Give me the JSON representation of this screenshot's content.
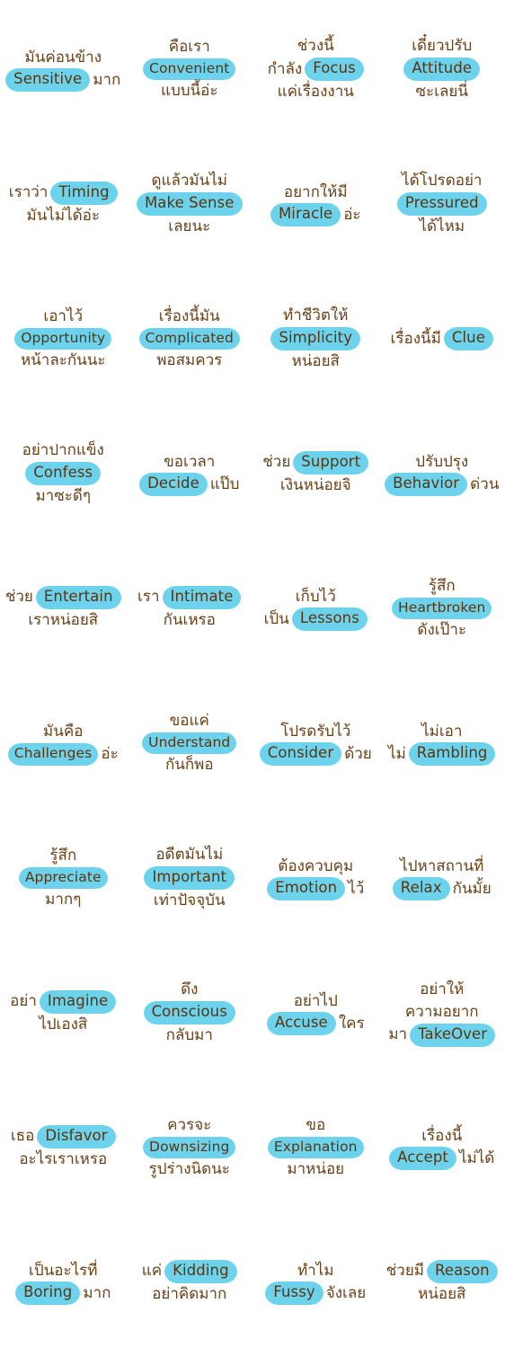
{
  "stickers": [
    {
      "pre": "มันค่อนข้าง",
      "word": "Sensitive",
      "inline": "มาก",
      "post": ""
    },
    {
      "pre": "คือเรา",
      "word": "Convenient",
      "inline": "",
      "post": "แบบนี้อ่ะ"
    },
    {
      "pre": "ช่วงนี้",
      "inline_pre": "กำลัง",
      "word": "Focus",
      "inline": "",
      "post": "แค่เรื่องงาน"
    },
    {
      "pre": "เดี๋ยวปรับ",
      "word": "Attitude",
      "inline": "",
      "post": "ซะเลยนี่"
    },
    {
      "pre": "",
      "inline_pre": "เราว่า",
      "word": "Timing",
      "inline": "",
      "post": "มันไม่ได้อ่ะ"
    },
    {
      "pre": "ดูแล้วมันไม่",
      "word": "Make Sense",
      "inline": "",
      "post": "เลยนะ"
    },
    {
      "pre": "อยากให้มี",
      "word": "Miracle",
      "inline": "อ่ะ",
      "post": ""
    },
    {
      "pre": "ได้โปรดอย่า",
      "word": "Pressured",
      "inline": "",
      "post": "ได้ไหม"
    },
    {
      "pre": "เอาไว้",
      "word": "Opportunity",
      "inline": "",
      "post": "หน้าละกันนะ"
    },
    {
      "pre": "เรื่องนี้มัน",
      "word": "Complicated",
      "inline": "",
      "post": "พอสมควร"
    },
    {
      "pre": "ทำชีวิตให้",
      "word": "Simplicity",
      "inline": "",
      "post": "หน่อยสิ"
    },
    {
      "pre": "",
      "inline_pre": "เรื่องนี้มี",
      "word": "Clue",
      "inline": "",
      "post": ""
    },
    {
      "pre": "อย่าปากแข็ง",
      "word": "Confess",
      "inline": "",
      "post": "มาซะดีๆ"
    },
    {
      "pre": "ขอเวลา",
      "word": "Decide",
      "inline": "แป๊บ",
      "post": ""
    },
    {
      "pre": "",
      "inline_pre": "ช่วย",
      "word": "Support",
      "inline": "",
      "post": "เงินหน่อยจิ"
    },
    {
      "pre": "ปรับปรุง",
      "word": "Behavior",
      "inline": "ด่วน",
      "post": ""
    },
    {
      "pre": "",
      "inline_pre": "ช่วย",
      "word": "Entertain",
      "inline": "",
      "post": "เราหน่อยสิ"
    },
    {
      "pre": "",
      "inline_pre": "เรา",
      "word": "Intimate",
      "inline": "",
      "post": "กันเหรอ"
    },
    {
      "pre": "เก็บไว้",
      "inline_pre": "เป็น",
      "word": "Lessons",
      "inline": "",
      "post": ""
    },
    {
      "pre": "รู้สึก",
      "word": "Heartbroken",
      "inline": "",
      "post": "ดังเป๊าะ"
    },
    {
      "pre": "มันคือ",
      "word": "Challenges",
      "inline": "อ่ะ",
      "post": ""
    },
    {
      "pre": "ขอแค่",
      "word": "Understand",
      "inline": "",
      "post": "กันก็พอ"
    },
    {
      "pre": "โปรดรับไว้",
      "word": "Consider",
      "inline": "ด้วย",
      "post": ""
    },
    {
      "pre": "ไม่เอา",
      "inline_pre": "ไม่",
      "word": "Rambling",
      "inline": "",
      "post": ""
    },
    {
      "pre": "รู้สึก",
      "word": "Appreciate",
      "inline": "",
      "post": "มากๆ"
    },
    {
      "pre": "อดีตมันไม่",
      "word": "Important",
      "inline": "",
      "post": "เท่าปัจจุบัน"
    },
    {
      "pre": "ต้องควบคุม",
      "word": "Emotion",
      "inline": "ไว้",
      "post": ""
    },
    {
      "pre": "ไปหาสถานที่",
      "word": "Relax",
      "inline": "กันมั้ย",
      "post": ""
    },
    {
      "pre": "",
      "inline_pre": "อย่า",
      "word": "Imagine",
      "inline": "",
      "post": "ไปเองสิ"
    },
    {
      "pre": "ดึง",
      "word": "Conscious",
      "inline": "",
      "post": "กลับมา"
    },
    {
      "pre": "อย่าไป",
      "word": "Accuse",
      "inline": "ใคร",
      "post": ""
    },
    {
      "pre": "อย่าให้",
      "pre2": "ความอยาก",
      "inline_pre": "มา",
      "word": "TakeOver",
      "inline": "",
      "post": ""
    },
    {
      "pre": "",
      "inline_pre": "เธอ",
      "word": "Disfavor",
      "inline": "",
      "post": "อะไรเราเหรอ"
    },
    {
      "pre": "ควรจะ",
      "word": "Downsizing",
      "inline": "",
      "post": "รูปร่างนิดนะ"
    },
    {
      "pre": "ขอ",
      "word": "Explanation",
      "inline": "",
      "post": "มาหน่อย"
    },
    {
      "pre": "เรื่องนี้",
      "word": "Accept",
      "inline": "ไม่ได้",
      "post": ""
    },
    {
      "pre": "เป็นอะไรที่",
      "word": "Boring",
      "inline": "มาก",
      "post": ""
    },
    {
      "pre": "",
      "inline_pre": "แค่",
      "word": "Kidding",
      "inline": "",
      "post": "อย่าคิดมาก"
    },
    {
      "pre": "ทำไม",
      "word": "Fussy",
      "inline": "จังเลย",
      "post": ""
    },
    {
      "pre": "",
      "inline_pre": "ช่วยมี",
      "word": "Reason",
      "inline": "",
      "post": "หน่อยสิ"
    }
  ],
  "colors": {
    "highlight": "#6dd3ec",
    "text": "#6b3f14",
    "background": "#ffffff"
  }
}
